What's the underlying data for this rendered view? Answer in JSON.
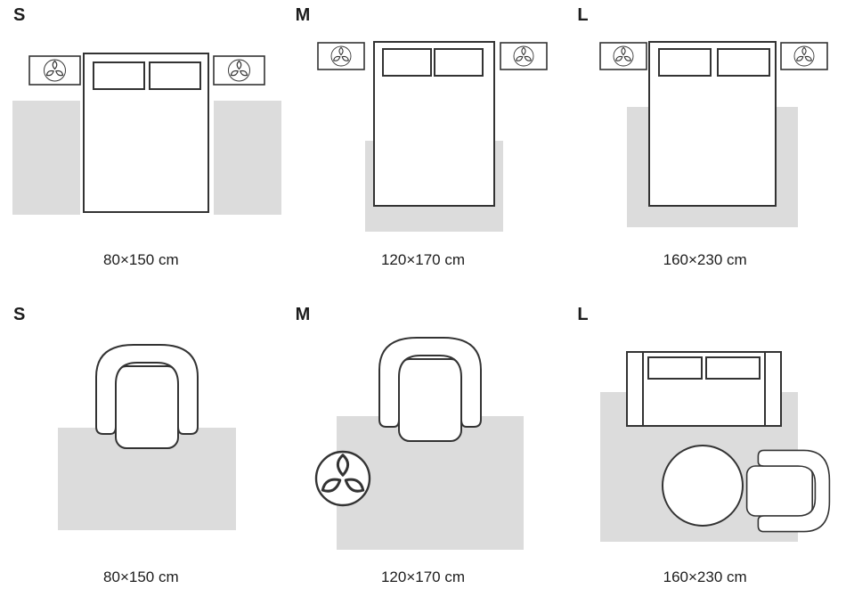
{
  "colors": {
    "rug": "#dcdcdc",
    "outline": "#333333",
    "text": "#1c1c1c",
    "background": "#ffffff"
  },
  "sections": [
    {
      "scene": "bedroom",
      "size_label": "S",
      "dimension": "80×150 cm"
    },
    {
      "scene": "bedroom",
      "size_label": "M",
      "dimension": "120×170 cm"
    },
    {
      "scene": "bedroom",
      "size_label": "L",
      "dimension": "160×230 cm"
    },
    {
      "scene": "living-room",
      "size_label": "S",
      "dimension": "80×150 cm"
    },
    {
      "scene": "living-room",
      "size_label": "M",
      "dimension": "120×170 cm"
    },
    {
      "scene": "living-room",
      "size_label": "L",
      "dimension": "160×230 cm"
    }
  ],
  "icons": {
    "bedside_lamp_icon": "circle-with-trefoil-glyph",
    "plant_icon": "circle-with-trefoil-glyph"
  }
}
